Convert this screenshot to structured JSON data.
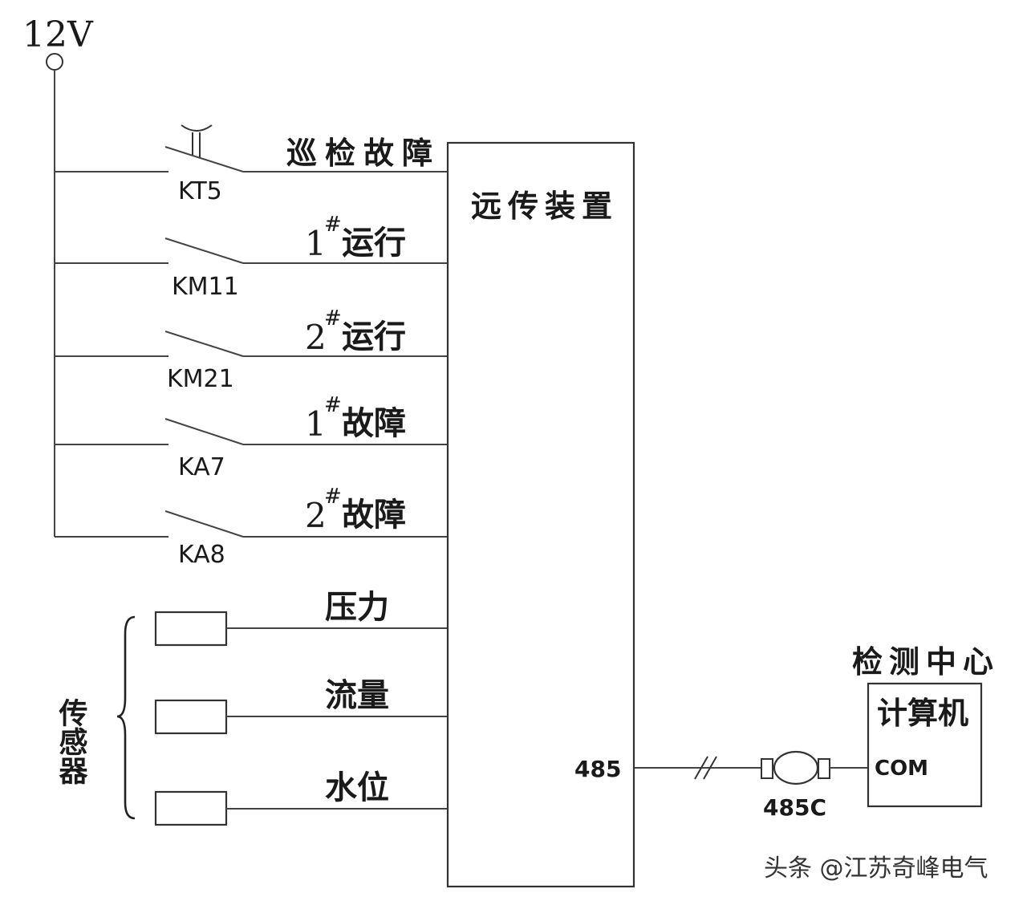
{
  "supply": {
    "voltage_label": "12V"
  },
  "device": {
    "title": "远传装置",
    "port_label": "485"
  },
  "switches": [
    {
      "id": "KT5",
      "label": "KT5",
      "signal": "巡检故障",
      "sup": ""
    },
    {
      "id": "KM11",
      "label": "KM11",
      "signal": "运行",
      "prefix": "1",
      "sup": "#"
    },
    {
      "id": "KM21",
      "label": "KM21",
      "signal": "运行",
      "prefix": "2",
      "sup": "#"
    },
    {
      "id": "KA7",
      "label": "KA7",
      "signal": "故障",
      "prefix": "1",
      "sup": "#"
    },
    {
      "id": "KA8",
      "label": "KA8",
      "signal": "故障",
      "prefix": "2",
      "sup": "#"
    }
  ],
  "sensors": {
    "group_label": "传感器",
    "items": [
      {
        "label": "压力"
      },
      {
        "label": "流量"
      },
      {
        "label": "水位"
      }
    ]
  },
  "converter": {
    "label": "485C"
  },
  "center": {
    "title": "检测中心",
    "computer_label": "计算机",
    "port_label": "COM"
  },
  "watermark": {
    "text": "头条 @江苏奇峰电气"
  }
}
